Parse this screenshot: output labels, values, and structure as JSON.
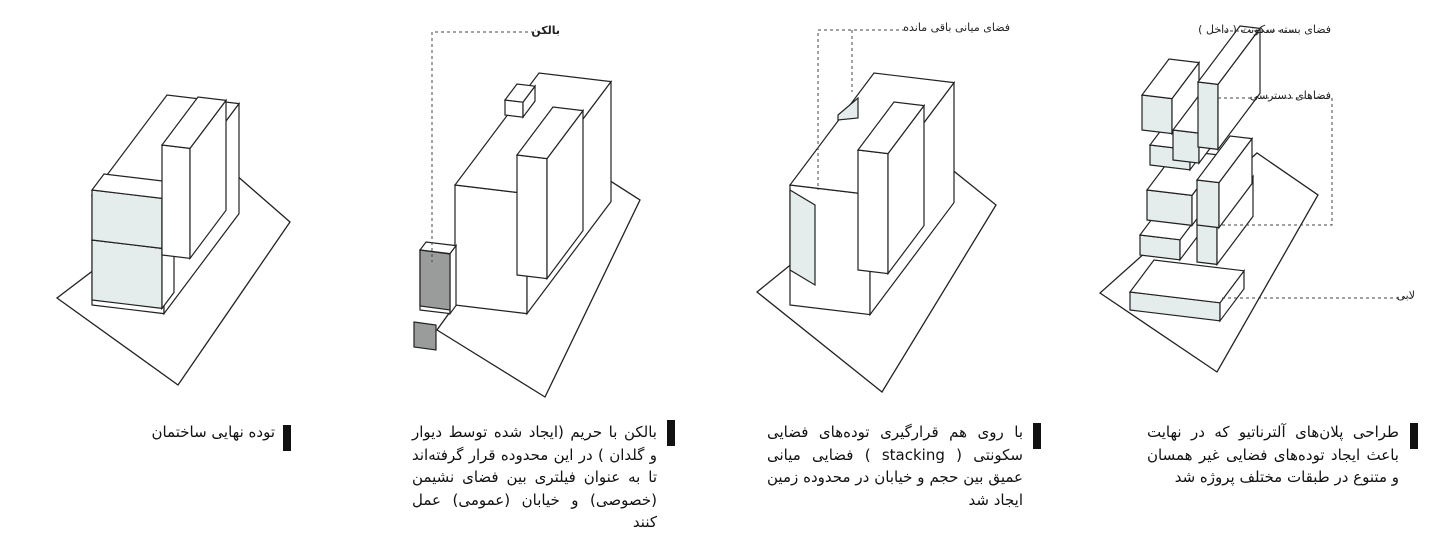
{
  "colors": {
    "stroke": "#222222",
    "shade": "#e4ecec",
    "dark_shade": "#9a9c9c"
  },
  "panels": [
    {
      "caption": "توده نهایی ساختمان"
    },
    {
      "label": "بالکن",
      "caption": "بالکن با حریم (ایجاد شده توسط دیوار و گلدان ) در این محدوده قرار گرفته‌اند تا به عنوان فیلتری بین فضای نشیمن (خصوصی) و خیابان (عمومی) عمل کنند"
    },
    {
      "label": "فضای میانی باقی مانده",
      "caption": "با روی هم قرارگیری توده‌های فضایی سکونتی ( stacking ) فضایی میانی عمیق بین حجم و خیابان در محدوده زمین ایجاد شد"
    },
    {
      "labels": [
        "فضای بسته سکونت ( داخل )",
        "فضاهای دسترسی",
        "لابی"
      ],
      "caption": "طراحی پلان‌های آلترناتیو که در نهایت باعث ایجاد توده‌های فضایی غیر همسان و متنوع در طبقات مختلف پروژه شد"
    }
  ]
}
